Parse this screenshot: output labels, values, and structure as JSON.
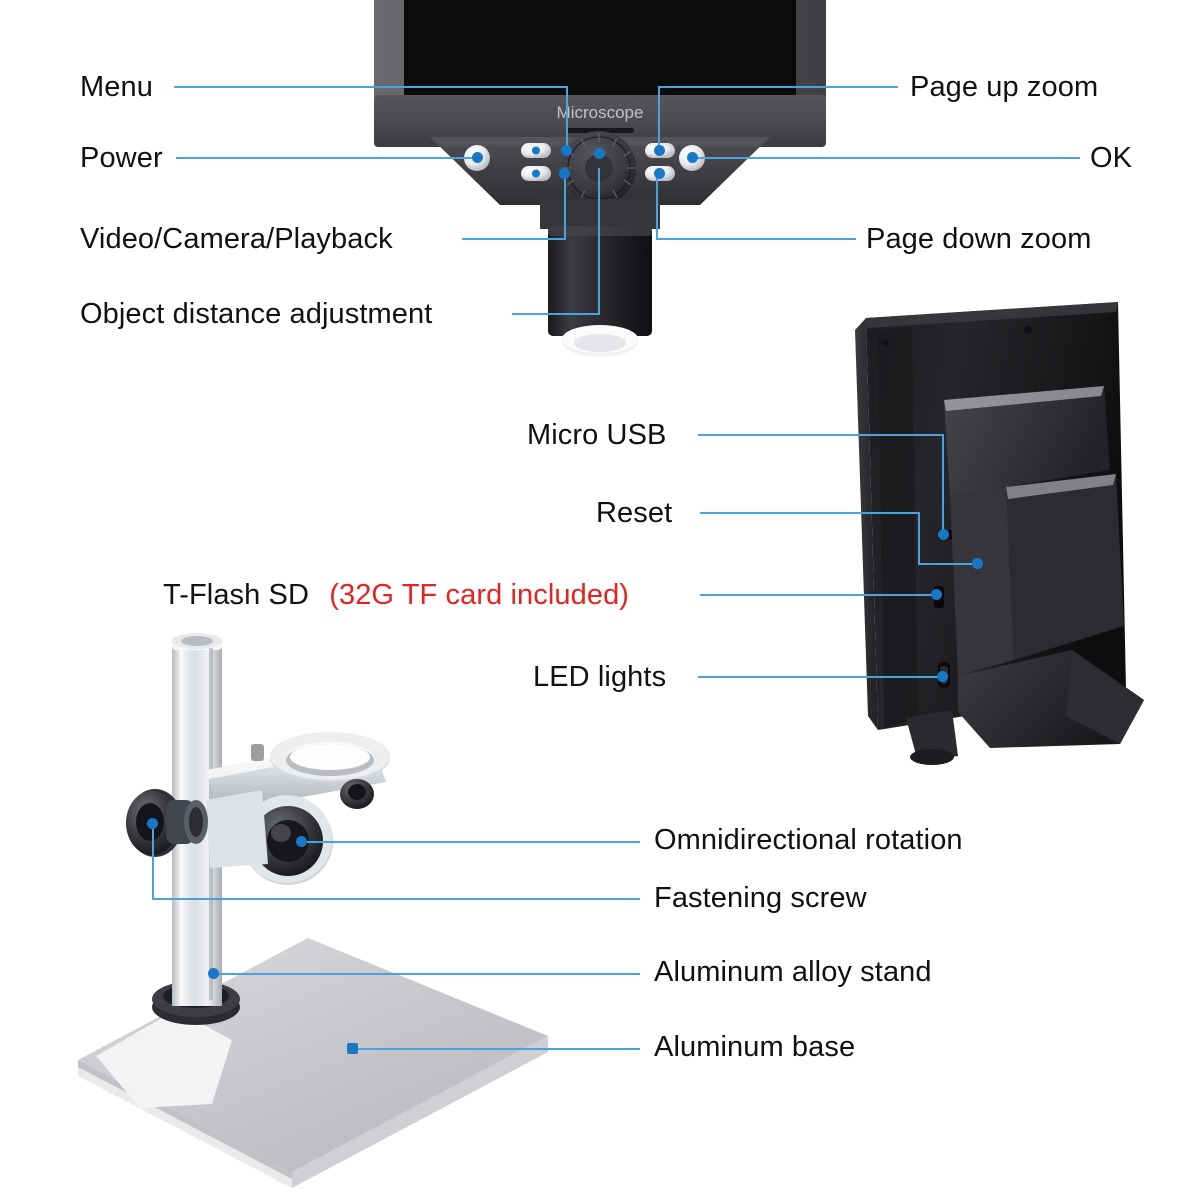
{
  "page": {
    "background_color": "#ffffff",
    "leader_color": "#4aa3dd",
    "dot_color": "#1878c8",
    "text_color": "#111111",
    "highlight_color": "#e8231f"
  },
  "device": {
    "brand_text": "Microscope",
    "screen_color": "#0c0c0c",
    "body_color": "#4a4a4c"
  },
  "labels": {
    "menu": "Menu",
    "power": "Power",
    "video_camera_playback": "Video/Camera/Playback",
    "object_distance_adjustment": "Object distance adjustment",
    "page_up_zoom": "Page up zoom",
    "ok": "OK",
    "page_down_zoom": "Page down zoom",
    "micro_usb": "Micro USB",
    "reset": "Reset",
    "t_flash_sd": "T-Flash SD",
    "t_flash_sd_note": "(32G TF card included)",
    "led_lights": "LED lights",
    "omnidirectional_rotation": "Omnidirectional rotation",
    "fastening_screw": "Fastening screw",
    "aluminum_alloy_stand": "Aluminum alloy stand",
    "aluminum_base": "Aluminum base"
  }
}
